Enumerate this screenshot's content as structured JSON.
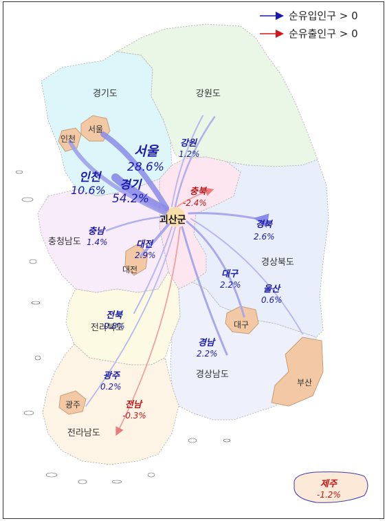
{
  "legend": {
    "inflow_label": "순유입인구 > 0",
    "outflow_label": "순유출인구 > 0",
    "inflow_color": "#1a1aa8",
    "outflow_color": "#d01818"
  },
  "center": {
    "name": "괴산군"
  },
  "provinces": {
    "gyeonggi": "경기도",
    "gangwon": "강원도",
    "chungnam": "충청남도",
    "gyeongbuk": "경상북도",
    "jeonbuk": "전라북도",
    "gyeongnam": "경상남도",
    "jeonnam": "전라남도"
  },
  "cities": {
    "seoul": "서울",
    "incheon": "인천",
    "daejeon": "대전",
    "daegu": "대구",
    "busan": "부산",
    "gwangju": "광주"
  },
  "flows": {
    "seoul": {
      "name": "서울",
      "value": "28.6%"
    },
    "incheon": {
      "name": "인천",
      "value": "10.6%"
    },
    "gyeonggi": {
      "name": "경기",
      "value": "54.2%"
    },
    "gangwon": {
      "name": "강원",
      "value": "1.2%"
    },
    "chungbuk": {
      "name": "충북",
      "value": "-2.4%"
    },
    "chungnam": {
      "name": "충남",
      "value": "1.4%"
    },
    "daejeon": {
      "name": "대전",
      "value": "2.9%"
    },
    "gyeongbuk": {
      "name": "경북",
      "value": "2.6%"
    },
    "daegu": {
      "name": "대구",
      "value": "2.2%"
    },
    "ulsan": {
      "name": "울산",
      "value": "0.6%"
    },
    "jeonbuk": {
      "name": "전북",
      "value": "0.8%"
    },
    "gyeongnam": {
      "name": "경남",
      "value": "2.2%"
    },
    "gwangju": {
      "name": "광주",
      "value": "0.2%"
    },
    "jeonnam": {
      "name": "전남",
      "value": "-0.3%"
    },
    "jeju": {
      "name": "제주",
      "value": "-1.2%"
    }
  }
}
